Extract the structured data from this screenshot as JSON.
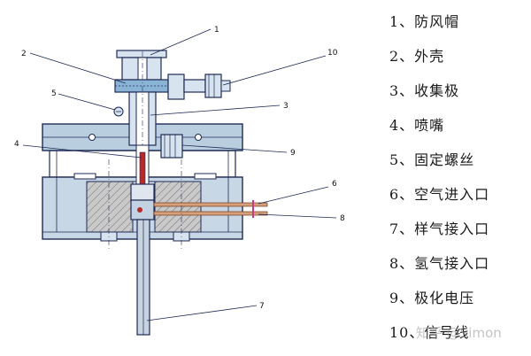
{
  "callouts": [
    "1",
    "2",
    "10",
    "5",
    "3",
    "4",
    "9",
    "6",
    "8",
    "7"
  ],
  "legend": [
    "1、防风帽",
    "2、外壳",
    "3、收集极",
    "4、喷嘴",
    "5、固定螺丝",
    "6、空气进入口",
    "7、样气接入口",
    "8、氢气接入口",
    "9、极化电压",
    "10、信号线"
  ],
  "watermark": "知乎 @Simon"
}
